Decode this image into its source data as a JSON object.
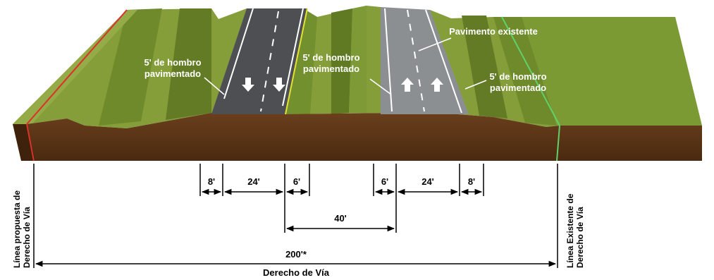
{
  "colors": {
    "grass_light": "#8fa642",
    "grass_mid": "#7a9135",
    "grass_dark": "#5c7424",
    "soil": "#5b3516",
    "pavement_new": "#4d4f52",
    "pavement_existing": "#8c8f92",
    "proposed_row_line": "#d9322a",
    "existing_row_line": "#5fd16a",
    "median_edge_line": "#e4e230"
  },
  "labels": {
    "shoulder_left": [
      "5' de hombro",
      "pavimentado"
    ],
    "shoulder_median": [
      "5' de hombro",
      "pavimentado"
    ],
    "shoulder_right": [
      "5' de hombro",
      "pavimentado"
    ],
    "existing_pavement": "Pavimento existente"
  },
  "dimensions": {
    "left_shoulder": "8'",
    "left_lanes": "24'",
    "left_median_shoulder": "6'",
    "right_median_shoulder": "6'",
    "right_lanes": "24'",
    "right_shoulder": "8'",
    "median": "40'",
    "total": "200'*",
    "total_caption": "Derecho de Vía"
  },
  "row_lines": {
    "proposed": [
      "Línea propuesta de",
      "Derecho de Vía"
    ],
    "existing": [
      "Línea Existente de",
      "Derecho de Vía"
    ]
  },
  "icons": {
    "lane_arrow_down": "arrow-down-icon",
    "lane_arrow_up": "arrow-up-icon"
  }
}
